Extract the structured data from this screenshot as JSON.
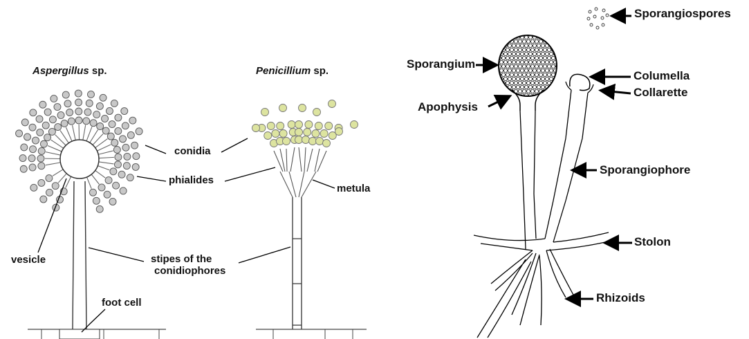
{
  "left_panel": {
    "aspergillus": {
      "genus": "Aspergillus",
      "suffix": " sp."
    },
    "penicillium": {
      "genus": "Penicillium",
      "suffix": " sp."
    },
    "labels": {
      "conidia": "conidia",
      "phialides": "phialides",
      "metula": "metula",
      "vesicle": "vesicle",
      "stipes_line1": "stipes of the",
      "stipes_line2": "conidiophores",
      "foot_cell": "foot cell"
    },
    "colors": {
      "aspergillus_conidia": "#c8c8c8",
      "penicillium_conidia": "#dde4a0"
    }
  },
  "right_panel": {
    "labels": {
      "sporangiospores": "Sporangiospores",
      "sporangium": "Sporangium",
      "apophysis": "Apophysis",
      "columella": "Columella",
      "collarette": "Collarette",
      "sporangiophore": "Sporangiophore",
      "stolon": "Stolon",
      "rhizoids": "Rhizoids"
    }
  }
}
